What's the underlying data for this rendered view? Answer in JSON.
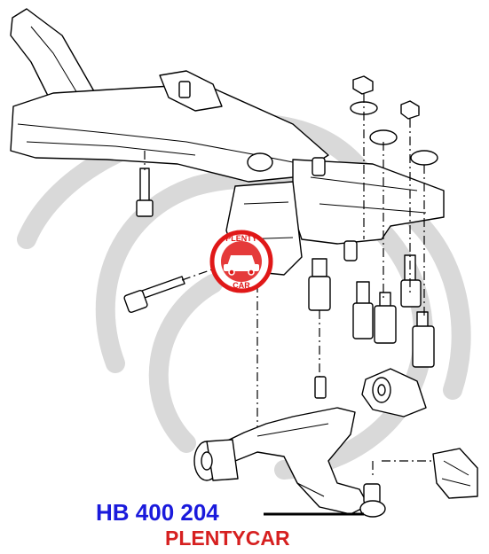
{
  "part_number": "HB 400 204",
  "brand": "PLENTYCAR",
  "logo": {
    "text_top": "PLENTY",
    "text_bottom": "CAR",
    "icon": "car-icon"
  },
  "colors": {
    "part_number": "#1a1adc",
    "brand": "#d62020",
    "logo_red": "#e01818",
    "watermark": "#d9d9d9"
  }
}
